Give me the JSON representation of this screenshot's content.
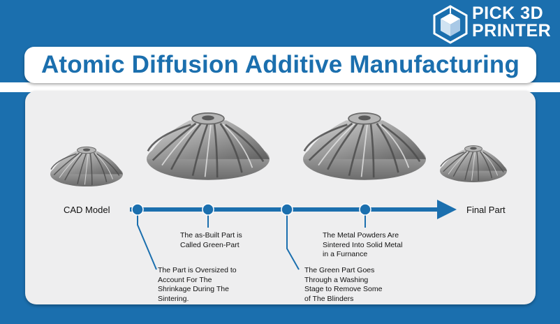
{
  "logo": {
    "line1": "PICK 3D",
    "line2": "PRINTER"
  },
  "title": "Atomic Diffusion Additive Manufacturing",
  "stages": {
    "start": "CAD Model",
    "end": "Final Part"
  },
  "steps": [
    {
      "text": [
        "The Part is Oversized to",
        "Account For The",
        "Shrinkage During The",
        "Sintering."
      ]
    },
    {
      "text": [
        "The as-Built Part is",
        "Called Green-Part"
      ]
    },
    {
      "text": [
        "The Green Part Goes",
        "Through a Washing",
        "Stage to Remove Some",
        "of The Blinders"
      ]
    },
    {
      "text": [
        "The Metal Powders Are",
        "Sintered Into Solid Metal",
        "in a Furnance"
      ]
    }
  ],
  "colors": {
    "brand_blue": "#1b6fae",
    "panel": "#eeeeef",
    "timeline": "#1b6fae",
    "metal": "#9a9a9a"
  },
  "icons": [
    "cube-logo-icon",
    "impeller-image"
  ]
}
